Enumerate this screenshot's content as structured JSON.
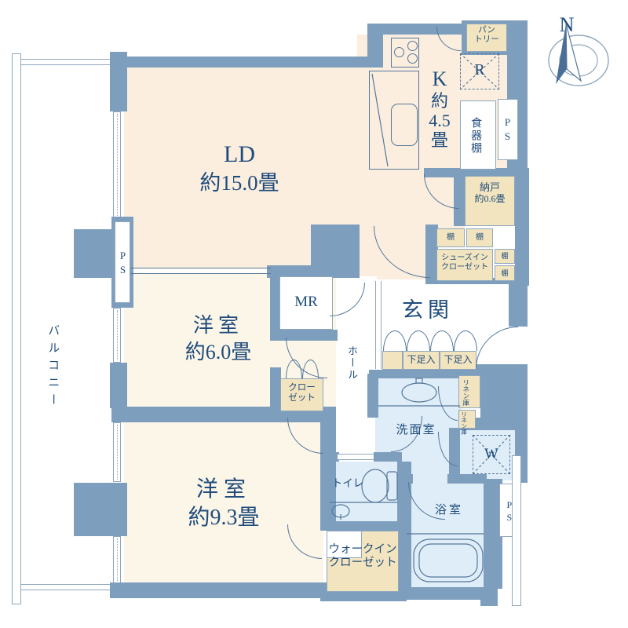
{
  "colors": {
    "wall": "#7E9EBE",
    "line": "#55779B",
    "line_soft": "#8FA7BD",
    "text": "#1F4C7C",
    "floor_living": "#FBEEDF",
    "floor_room": "#FCF6E8",
    "floor_wet": "#DFEDF8",
    "storage": "#F2E4BE"
  },
  "labels": {
    "north": "N",
    "balcony": "バルコニー",
    "ld": {
      "name": "LD",
      "size": "約15.0畳"
    },
    "kitchen_lines": [
      "K",
      "約",
      "4.5",
      "畳"
    ],
    "pantry_lines": [
      "パン",
      "トリー"
    ],
    "fridge": "R",
    "pipe_space": "PS",
    "dish_shelf": "食器棚",
    "storeroom": {
      "name": "納戸",
      "size": "約0.6畳"
    },
    "shelf": "棚",
    "shoes_in_closet_lines": [
      "シューズイン",
      "クローゼット"
    ],
    "entrance": "玄関",
    "shoe_box": "下足入",
    "meter_room": "MR",
    "hall": "ホール",
    "closet_lines": [
      "クロー",
      "ゼット"
    ],
    "western_room_6": {
      "name": "洋室",
      "size": "約6.0畳"
    },
    "western_room_9": {
      "name": "洋室",
      "size": "約9.3畳"
    },
    "washroom": "洗面室",
    "linen": "リネン庫",
    "washer": "W",
    "toilet": "トイレ",
    "bath": "浴室",
    "walk_in_closet_lines": [
      "ウォークイン",
      "クローゼット"
    ]
  }
}
